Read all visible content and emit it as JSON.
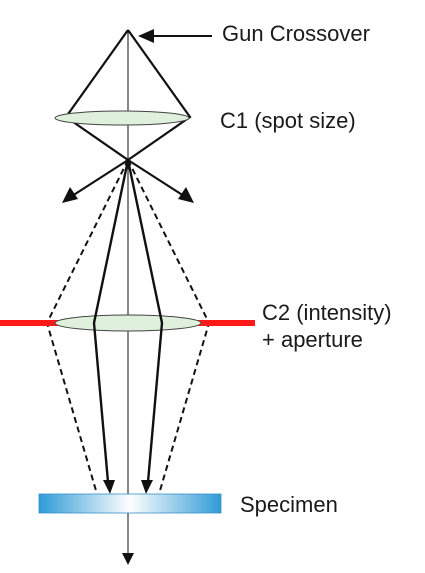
{
  "labels": {
    "gun_crossover": "Gun Crossover",
    "c1": "C1 (spot size)",
    "c2_line1": "C2 (intensity)",
    "c2_line2": "+ aperture",
    "specimen": "Specimen"
  },
  "colors": {
    "lens_fill": "#dff0dc",
    "aperture": "#ff1a1a",
    "specimen_edge": "#3aa0d8",
    "specimen_center": "#ffffff",
    "ray": "#111111"
  }
}
